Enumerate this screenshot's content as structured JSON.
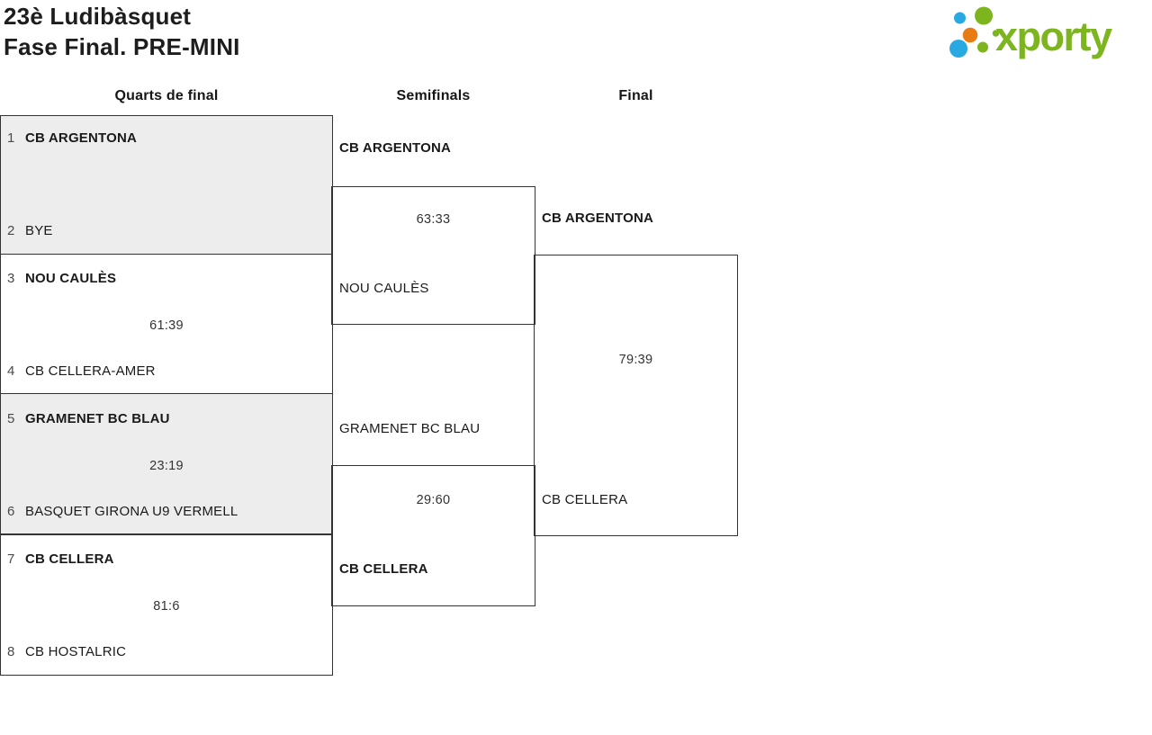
{
  "header": {
    "title_line1": "23è Ludibàsquet",
    "title_line2": "Fase Final. PRE-MINI",
    "logo_text": "xporty"
  },
  "colors": {
    "logo_green": "#7cb51e",
    "logo_blue": "#29a9e1",
    "logo_orange": "#e87c12",
    "box_shade": "#ededed",
    "box_border": "#333333"
  },
  "rounds": [
    "Quarts de final",
    "Semifinals",
    "Final"
  ],
  "matches": {
    "qf1": {
      "seed_top": "1",
      "team_top": "CB ARGENTONA",
      "seed_bottom": "2",
      "team_bottom": "BYE"
    },
    "qf2": {
      "seed_top": "3",
      "team_top": "NOU CAULÈS",
      "seed_bottom": "4",
      "team_bottom": "CB CELLERA-AMER",
      "score": "61:39"
    },
    "qf3": {
      "seed_top": "5",
      "team_top": "GRAMENET BC BLAU",
      "seed_bottom": "6",
      "team_bottom": "BASQUET GIRONA U9 VERMELL",
      "score": "23:19"
    },
    "qf4": {
      "seed_top": "7",
      "team_top": "CB CELLERA",
      "seed_bottom": "8",
      "team_bottom": "CB HOSTALRIC",
      "score": "81:6"
    },
    "sf1": {
      "team_top": "CB ARGENTONA",
      "team_bottom": "NOU CAULÈS",
      "score": "63:33"
    },
    "sf2": {
      "team_top": "GRAMENET BC BLAU",
      "team_bottom": "CB CELLERA",
      "score": "29:60"
    },
    "final": {
      "team_top": "CB ARGENTONA",
      "team_bottom": "CB CELLERA",
      "score": "79:39"
    }
  }
}
